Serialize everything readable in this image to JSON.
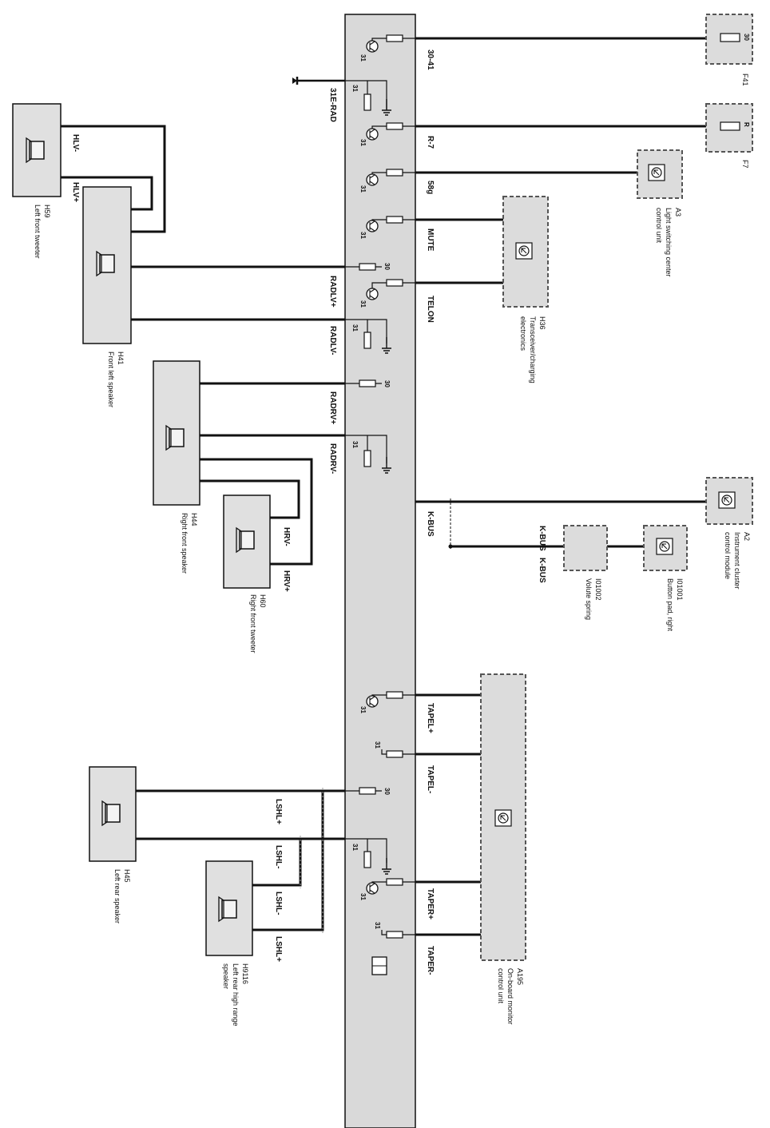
{
  "colors": {
    "module_fill": "#d9d9d9",
    "wire": "#111111",
    "component_fill": "#e0e0e0",
    "dashed_border": "#555555"
  },
  "pins": {
    "p3041": "30-41",
    "p31erad": "31E-RAD",
    "pr7": "R-7",
    "p58g": "58g",
    "pmute": "MUTE",
    "ptelon": "TELON",
    "pradlvp": "RADLV+",
    "pradlvm": "RADLV-",
    "pradrvp": "RADRV+",
    "pradrvm": "RADRV-",
    "pkbus": "K-BUS",
    "ptapelp": "TAPEL+",
    "ptapelm": "TAPEL-",
    "ptaperp": "TAPER+",
    "ptaperm": "TAPER-",
    "t30": "30",
    "t31": "31",
    "tR": "R"
  },
  "wires": {
    "hlvm": "HLV-",
    "hlvp": "HLV+",
    "hrvm": "HRV-",
    "hrvp": "HRV+",
    "lshlp": "LSHL+",
    "lshlm": "LSHL-",
    "lshlm2": "LSHL-",
    "lshlp2": "LSHL+",
    "kbus1": "K-BUS",
    "kbus2": "K-BUS"
  },
  "components": {
    "h59": {
      "code": "H59",
      "name": "Left front tweeter"
    },
    "h41": {
      "code": "H41",
      "name": "Front left speaker"
    },
    "h44": {
      "code": "H44",
      "name": "Right front speaker"
    },
    "h60": {
      "code": "H60",
      "name": "Right front tweeter"
    },
    "h45": {
      "code": "H45",
      "name": "Left rear speaker"
    },
    "h9116": {
      "code": "H9116",
      "name1": "Left rear high range",
      "name2": "speaker"
    },
    "f41": {
      "code": "F41"
    },
    "f7": {
      "code": "F7"
    },
    "a3": {
      "code": "A3",
      "name1": "Light switching center",
      "name2": "control unit"
    },
    "h36": {
      "code": "H36",
      "name1": "Transceiver/charging",
      "name2": "electronics"
    },
    "a2": {
      "code": "A2",
      "name1": "Instrument cluster",
      "name2": "control module"
    },
    "i01001": {
      "code": "I01001",
      "name": "Button pad, right"
    },
    "i01002": {
      "code": "I01002",
      "name": "Volute spring"
    },
    "a195": {
      "code": "A195",
      "name1": "On-board monitor",
      "name2": "control unit"
    }
  }
}
